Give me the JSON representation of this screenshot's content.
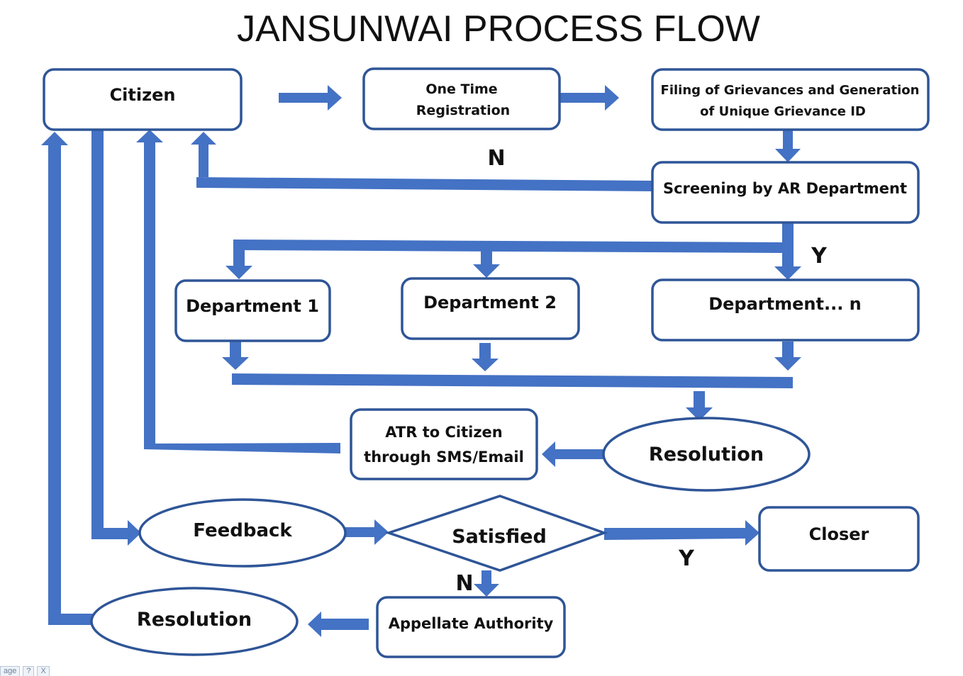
{
  "title": "JANSUNWAI PROCESS FLOW",
  "colors": {
    "flow": "#4472c4",
    "border": "#2f5597",
    "text": "#111111"
  },
  "nodes": {
    "citizen": "Citizen",
    "registration": [
      "One Time",
      "Registration"
    ],
    "filing": [
      "Filing of Grievances and Generation",
      "of Unique Grievance ID"
    ],
    "screening": "Screening by AR Department",
    "dept1": "Department 1",
    "dept2": "Department 2",
    "deptn": "Department... n",
    "resolution1": "Resolution",
    "atr": [
      "ATR to Citizen",
      "through SMS/Email"
    ],
    "feedback": "Feedback",
    "satisfied": "Satisfied",
    "closer": "Closer",
    "appellate": "Appellate Authority",
    "resolution2": "Resolution"
  },
  "edge_labels": {
    "screening_no": "N",
    "screening_yes": "Y",
    "satisfied_yes": "Y",
    "satisfied_no": "N"
  },
  "corner_tabs": [
    "age",
    "?",
    "X"
  ]
}
